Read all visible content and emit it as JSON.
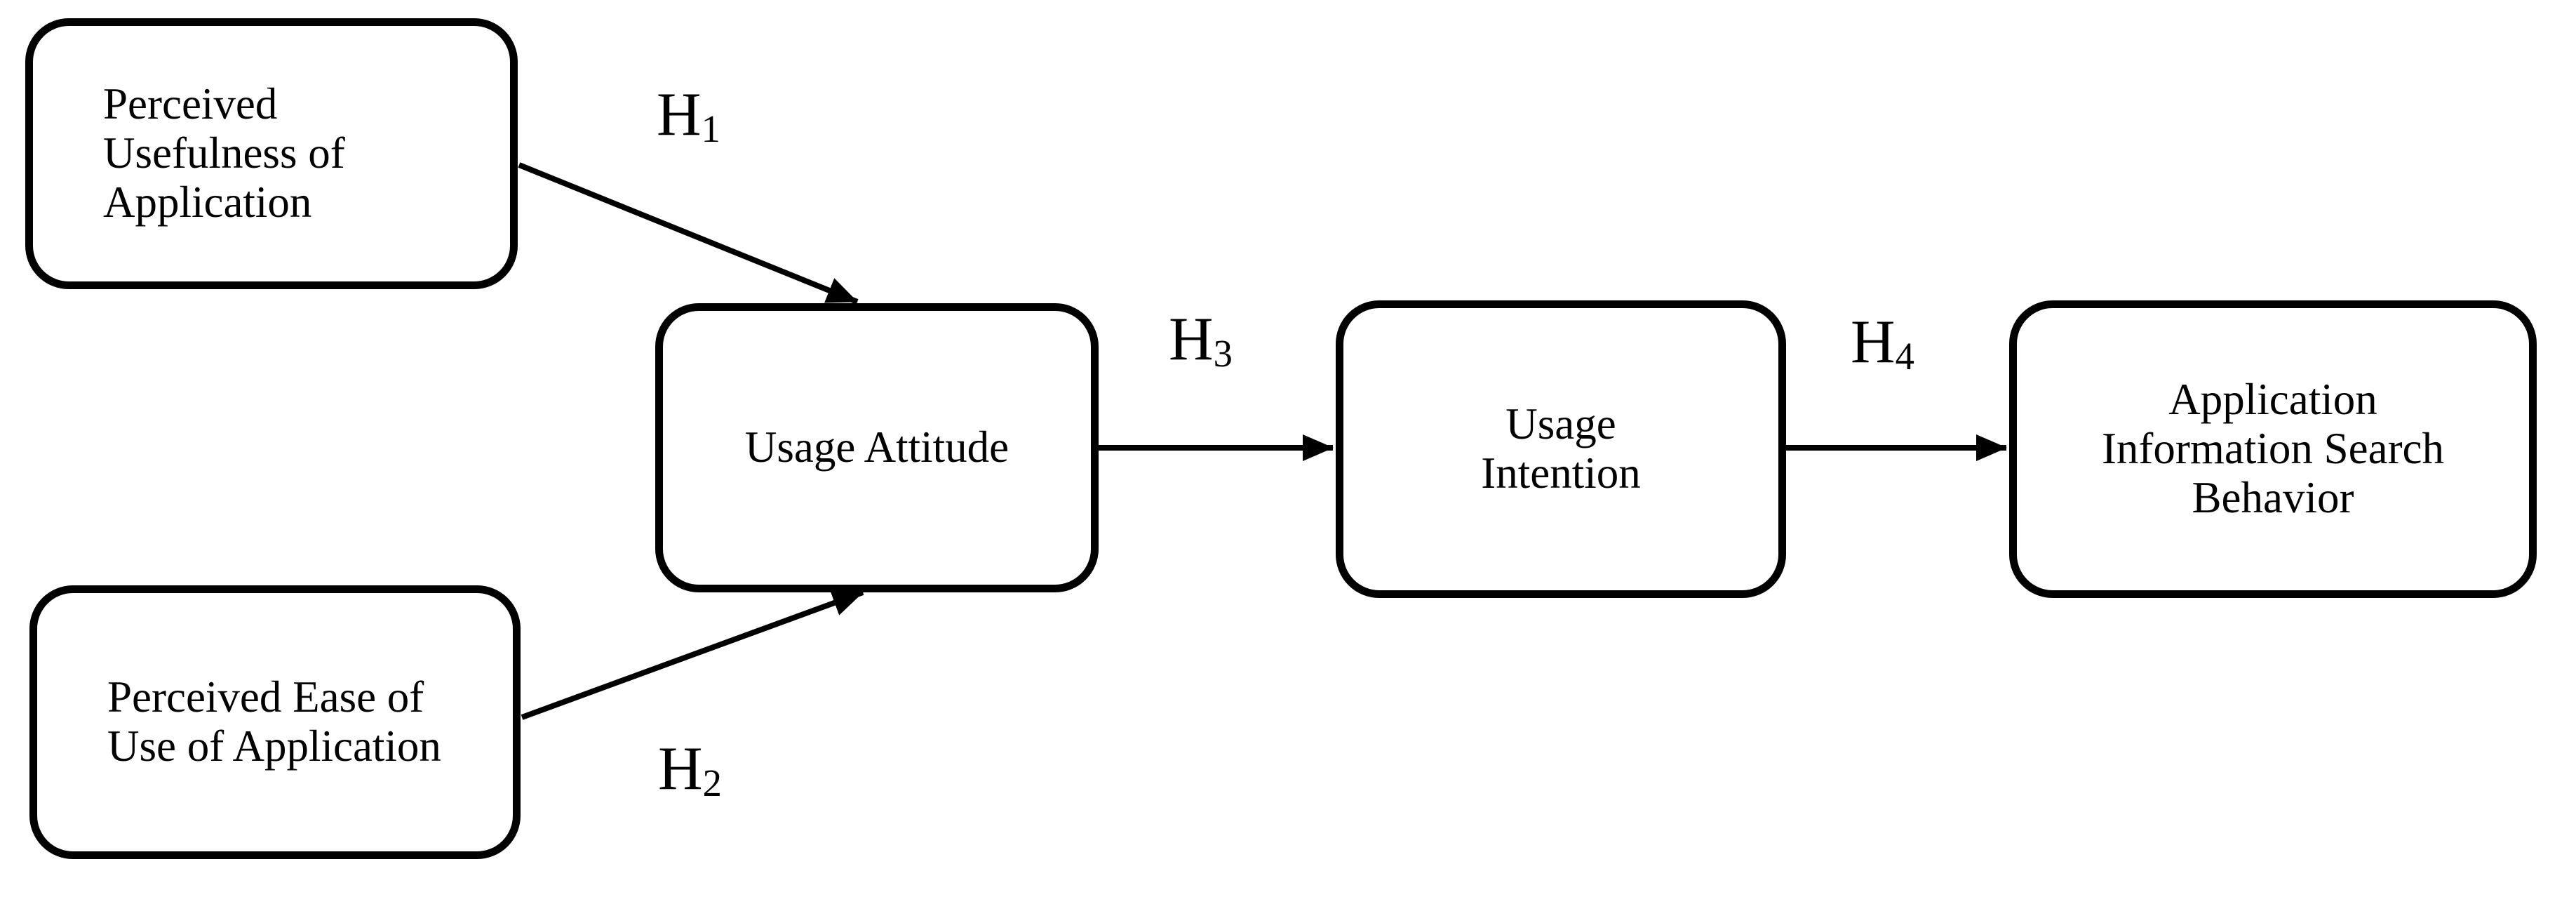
{
  "diagram": {
    "colors": {
      "background": "#ffffff",
      "stroke": "#000000",
      "box_fill": "#ffffff",
      "text": "#000000"
    },
    "boxes": [
      {
        "name": "perceived-usefulness-of-application",
        "lines": [
          "Perceived",
          "Usefulness of",
          "Application"
        ]
      },
      {
        "name": "perceived-ease-of-use-of-application",
        "lines": [
          "Perceived Ease of",
          "Use of Application"
        ]
      },
      {
        "name": "usage-attitude",
        "lines": [
          "Usage Attitude"
        ]
      },
      {
        "name": "usage-intention",
        "lines": [
          "Usage",
          "Intention"
        ]
      },
      {
        "name": "application-information-search-behavior",
        "lines": [
          "Application",
          "Information Search",
          "Behavior"
        ]
      }
    ],
    "hypothesis_labels": [
      {
        "base": "H",
        "sub": "1"
      },
      {
        "base": "H",
        "sub": "2"
      },
      {
        "base": "H",
        "sub": "3"
      },
      {
        "base": "H",
        "sub": "4"
      }
    ]
  }
}
